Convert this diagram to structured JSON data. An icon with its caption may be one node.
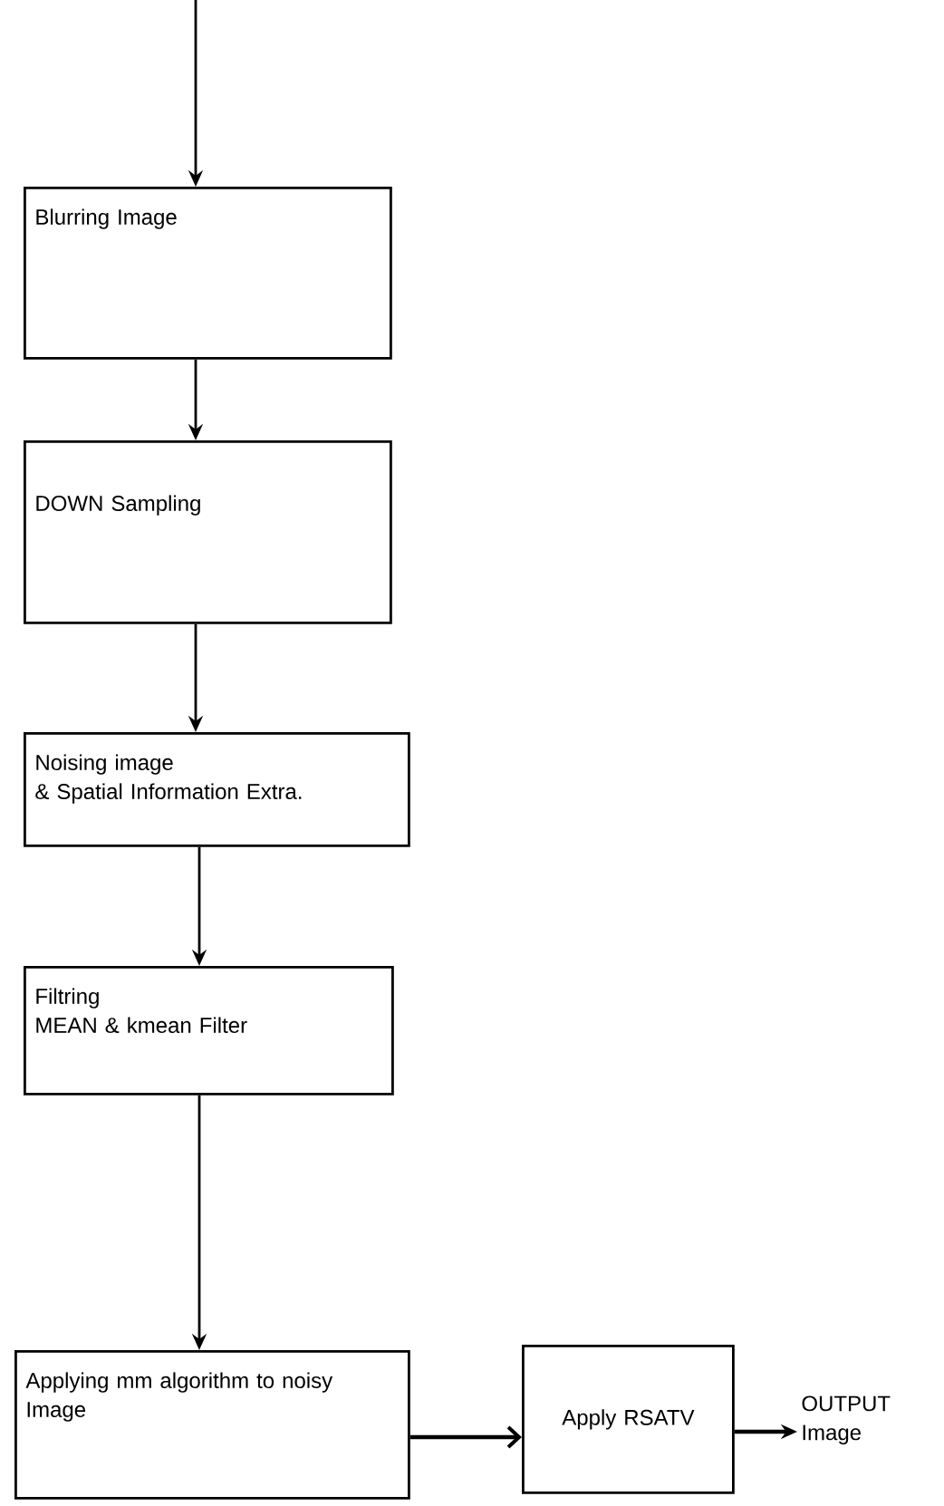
{
  "diagram": {
    "nodes": [
      {
        "text": [
          "Blurring Image"
        ]
      },
      {
        "text": [
          "DOWN Sampling"
        ]
      },
      {
        "text": [
          "Noising image",
          "& Spatial Information Extra."
        ]
      },
      {
        "text": [
          "Filtring",
          "MEAN & kmean Filter"
        ]
      },
      {
        "text": [
          "Applying mm algorithm to noisy Image"
        ]
      },
      {
        "text": [
          "Apply RSATV"
        ]
      },
      {
        "text": [
          "OUTPUT Image"
        ]
      }
    ],
    "edges": [
      {
        "from": null,
        "to": 0,
        "arrow": "to"
      },
      {
        "from": 0,
        "to": 1,
        "arrow": "to"
      },
      {
        "from": 1,
        "to": 2,
        "arrow": "to"
      },
      {
        "from": 2,
        "to": 3,
        "arrow": "to"
      },
      {
        "from": 3,
        "to": 4,
        "arrow": "to"
      },
      {
        "from": 4,
        "to": 5,
        "arrow": "to"
      },
      {
        "from": 5,
        "to": 6,
        "arrow": "to"
      }
    ]
  }
}
